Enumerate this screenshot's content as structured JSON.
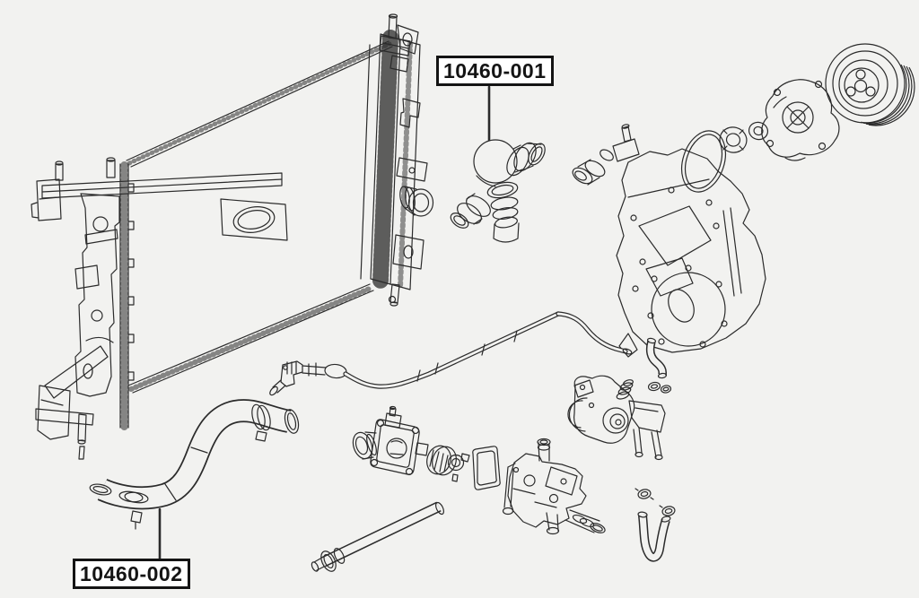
{
  "image_type": "exploded-parts-diagram",
  "subject": "engine-cooling-system",
  "colors": {
    "paper": "#f2f2f0",
    "ink": "#2b2b2b",
    "callout_border": "#141414",
    "callout_bg": "#ffffff",
    "callout_text": "#141414"
  },
  "callouts": [
    {
      "text": "10460-001",
      "points_to": "upper-radiator-hose-connector"
    },
    {
      "text": "10460-002",
      "points_to": "lower-radiator-hose"
    }
  ],
  "parts": [
    {
      "name": "radiator-assembly"
    },
    {
      "name": "radiator-mount-bracket"
    },
    {
      "name": "radiator-inlet-port"
    },
    {
      "name": "upper-radiator-hose-connector"
    },
    {
      "name": "lower-radiator-hose"
    },
    {
      "name": "water-pump-gasket"
    },
    {
      "name": "water-pump-bearing"
    },
    {
      "name": "water-pump-seal"
    },
    {
      "name": "water-pump"
    },
    {
      "name": "water-pump-pulley"
    },
    {
      "name": "engine-front-cover"
    },
    {
      "name": "coolant-bypass-pipe"
    },
    {
      "name": "thermostat-housing"
    },
    {
      "name": "thermostat"
    },
    {
      "name": "thermostat-gasket"
    },
    {
      "name": "coolant-outlet-assembly"
    },
    {
      "name": "coolant-feed-pipe"
    },
    {
      "name": "heater-water-valve"
    },
    {
      "name": "bypass-hose"
    },
    {
      "name": "v-shaped-heater-hose"
    },
    {
      "name": "hose-clamps"
    }
  ]
}
